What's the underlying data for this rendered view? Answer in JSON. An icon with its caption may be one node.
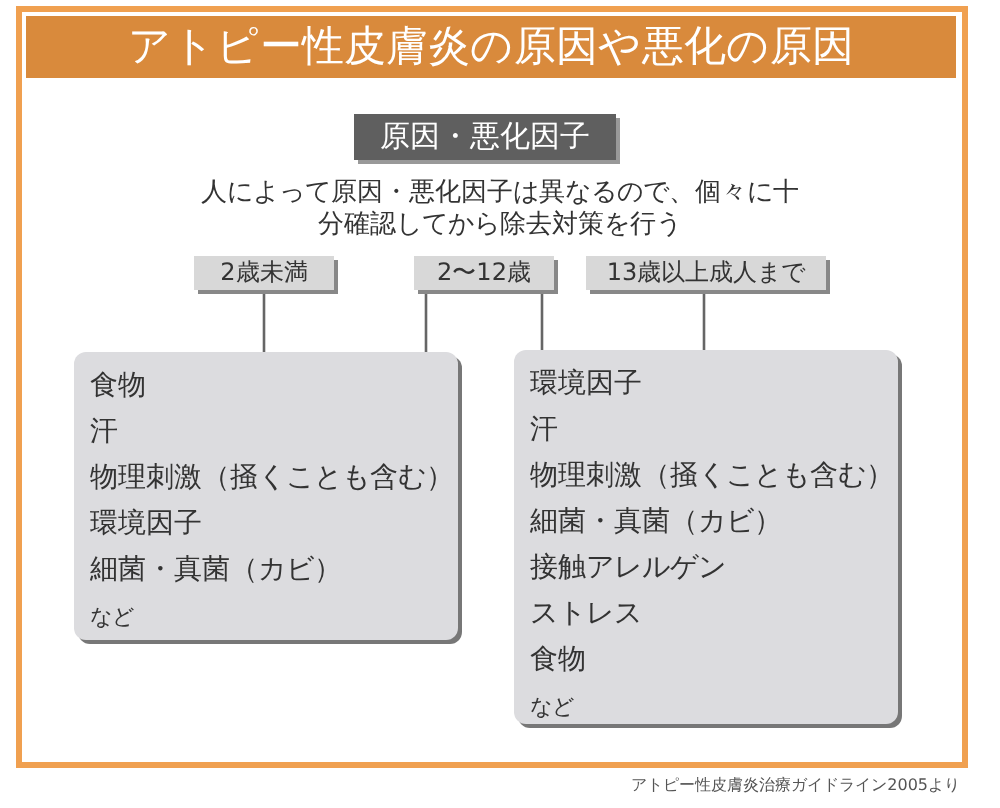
{
  "diagram": {
    "title": "アトピー性皮膚炎の原因や悪化の原因",
    "caption": "アトピー性皮膚炎治療ガイドライン2005より",
    "nodes": [
      {
        "text": [
          "原因・悪化因子"
        ]
      },
      {
        "text": [
          "2歳未満"
        ]
      },
      {
        "text": [
          "2〜12歳"
        ]
      },
      {
        "text": [
          "13歳以上成人まで"
        ]
      },
      {
        "text": [
          "食物",
          "汗",
          "物理刺激（掻くことも含む）",
          "環境因子",
          "細菌・真菌（カビ）",
          "など"
        ]
      },
      {
        "text": [
          "環境因子",
          "汗",
          "物理刺激（掻くことも含む）",
          "細菌・真菌（カビ）",
          "接触アレルゲン",
          "ストレス",
          "食物",
          "など"
        ]
      }
    ],
    "edges": [
      {
        "from": 1,
        "to": 4,
        "arrow": "none"
      },
      {
        "from": 2,
        "to": 4,
        "arrow": "none"
      },
      {
        "from": 2,
        "to": 5,
        "arrow": "none"
      },
      {
        "from": 3,
        "to": 5,
        "arrow": "none"
      }
    ],
    "labels": [
      "人によって原因・悪化因子は異なるので、個々に十分確認してから除去対策を行う"
    ]
  }
}
